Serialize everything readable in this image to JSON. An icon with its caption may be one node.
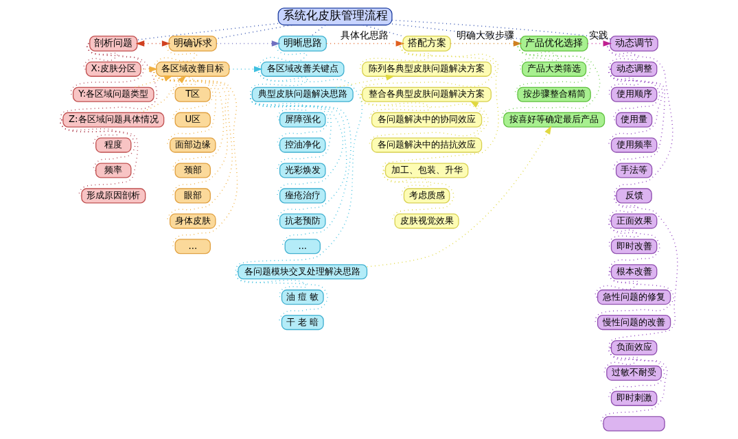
{
  "diagram": {
    "nodes": [
      {
        "text": [
          "系统化皮肤管理流程"
        ]
      },
      {
        "text": [
          "剖析问题"
        ]
      },
      {
        "text": [
          "X:皮肤分区"
        ]
      },
      {
        "text": [
          "Y:各区域问题类型"
        ]
      },
      {
        "text": [
          "Z:各区域问题具体情况"
        ]
      },
      {
        "text": [
          "程度"
        ]
      },
      {
        "text": [
          "频率"
        ]
      },
      {
        "text": [
          "形成原因剖析"
        ]
      },
      {
        "text": [
          "明确诉求"
        ]
      },
      {
        "text": [
          "各区域改善目标"
        ]
      },
      {
        "text": [
          "T区"
        ]
      },
      {
        "text": [
          "U区"
        ]
      },
      {
        "text": [
          "面部边缘"
        ]
      },
      {
        "text": [
          "颈部"
        ]
      },
      {
        "text": [
          "眼部"
        ]
      },
      {
        "text": [
          "身体皮肤"
        ]
      },
      {
        "text": [
          "..."
        ]
      },
      {
        "text": [
          "明晰思路"
        ]
      },
      {
        "text": [
          "各区域改善关键点"
        ]
      },
      {
        "text": [
          "典型皮肤问题解决思路"
        ]
      },
      {
        "text": [
          "屏障强化"
        ]
      },
      {
        "text": [
          "控油净化"
        ]
      },
      {
        "text": [
          "光彩焕发"
        ]
      },
      {
        "text": [
          "痤疮治疗"
        ]
      },
      {
        "text": [
          "抗老预防"
        ]
      },
      {
        "text": [
          "..."
        ]
      },
      {
        "text": [
          "各问题模块交叉处理解决思路"
        ]
      },
      {
        "text": [
          "油 痘 敏"
        ]
      },
      {
        "text": [
          "干 老 暗"
        ]
      },
      {
        "text": [
          "搭配方案"
        ]
      },
      {
        "text": [
          "陈列各典型皮肤问题解决方案"
        ]
      },
      {
        "text": [
          "整合各典型皮肤问题解决方案"
        ]
      },
      {
        "text": [
          "各问题解决中的协同效应"
        ]
      },
      {
        "text": [
          "各问题解决中的拮抗效应"
        ]
      },
      {
        "text": [
          "加工、包装、升华"
        ]
      },
      {
        "text": [
          "考虑质感"
        ]
      },
      {
        "text": [
          "皮肤视觉效果"
        ]
      },
      {
        "text": [
          "产品优化选择"
        ]
      },
      {
        "text": [
          "产品大类筛选"
        ]
      },
      {
        "text": [
          "按步骤整合精简"
        ]
      },
      {
        "text": [
          "按喜好等确定最后产品"
        ]
      },
      {
        "text": [
          "动态调节"
        ]
      },
      {
        "text": [
          "动态调整"
        ]
      },
      {
        "text": [
          "使用顺序"
        ]
      },
      {
        "text": [
          "使用量"
        ]
      },
      {
        "text": [
          "使用频率"
        ]
      },
      {
        "text": [
          "手法等"
        ]
      },
      {
        "text": [
          "反馈"
        ]
      },
      {
        "text": [
          "正面效果"
        ]
      },
      {
        "text": [
          "即时改善"
        ]
      },
      {
        "text": [
          "根本改善"
        ]
      },
      {
        "text": [
          "急性问题的修复"
        ]
      },
      {
        "text": [
          "慢性问题的改善"
        ]
      },
      {
        "text": [
          "负面效应"
        ]
      },
      {
        "text": [
          "过敏不耐受"
        ]
      },
      {
        "text": [
          "即时刺激"
        ]
      },
      {
        "text": [],
        "shape": "box"
      }
    ],
    "edges": [
      {
        "from": 0,
        "to": 1,
        "arrow": "none",
        "color": "#3050b0"
      },
      {
        "from": 0,
        "to": 8,
        "arrow": "none",
        "color": "#3050b0"
      },
      {
        "from": 0,
        "to": 17,
        "arrow": "none",
        "color": "#3050b0"
      },
      {
        "from": 0,
        "to": 29,
        "arrow": "none",
        "color": "#3050b0"
      },
      {
        "from": 0,
        "to": 37,
        "arrow": "none",
        "color": "#3050b0"
      },
      {
        "from": 0,
        "to": 41,
        "arrow": "none",
        "color": "#3050b0"
      },
      {
        "from": 1,
        "to": 2,
        "arrow": "none",
        "color": "#b04050"
      },
      {
        "from": 1,
        "to": 3,
        "arrow": "none",
        "color": "#b04050"
      },
      {
        "from": 1,
        "to": 4,
        "arrow": "none",
        "color": "#b04050"
      },
      {
        "from": 4,
        "to": 5,
        "arrow": "none",
        "color": "#b04050"
      },
      {
        "from": 4,
        "to": 6,
        "arrow": "none",
        "color": "#b04050"
      },
      {
        "from": 4,
        "to": 7,
        "arrow": "none",
        "color": "#b04050"
      },
      {
        "from": 8,
        "to": 9,
        "arrow": "none",
        "color": "#f0b040"
      },
      {
        "from": 9,
        "to": 10,
        "arrow": "none",
        "color": "#f0b040"
      },
      {
        "from": 9,
        "to": 11,
        "arrow": "none",
        "color": "#f0b040"
      },
      {
        "from": 9,
        "to": 12,
        "arrow": "none",
        "color": "#f0b040"
      },
      {
        "from": 9,
        "to": 13,
        "arrow": "none",
        "color": "#f0b040"
      },
      {
        "from": 9,
        "to": 14,
        "arrow": "none",
        "color": "#f0b040"
      },
      {
        "from": 9,
        "to": 15,
        "arrow": "none",
        "color": "#f0b040"
      },
      {
        "from": 9,
        "to": 16,
        "arrow": "none",
        "color": "#f0b040"
      },
      {
        "from": 17,
        "to": 18,
        "arrow": "none",
        "color": "#40c0e0"
      },
      {
        "from": 18,
        "to": 19,
        "arrow": "none",
        "color": "#40c0e0"
      },
      {
        "from": 19,
        "to": 20,
        "arrow": "none",
        "color": "#40c0e0"
      },
      {
        "from": 19,
        "to": 21,
        "arrow": "none",
        "color": "#40c0e0"
      },
      {
        "from": 19,
        "to": 22,
        "arrow": "none",
        "color": "#40c0e0"
      },
      {
        "from": 19,
        "to": 23,
        "arrow": "none",
        "color": "#40c0e0"
      },
      {
        "from": 19,
        "to": 24,
        "arrow": "none",
        "color": "#40c0e0"
      },
      {
        "from": 19,
        "to": 25,
        "arrow": "none",
        "color": "#40c0e0"
      },
      {
        "from": 18,
        "to": 26,
        "arrow": "none",
        "color": "#40c0e0"
      },
      {
        "from": 26,
        "to": 27,
        "arrow": "none",
        "color": "#40c0e0"
      },
      {
        "from": 26,
        "to": 28,
        "arrow": "none",
        "color": "#40c0e0"
      },
      {
        "from": 29,
        "to": 30,
        "arrow": "none",
        "color": "#e0d840"
      },
      {
        "from": 29,
        "to": 31,
        "arrow": "none",
        "color": "#e0d840"
      },
      {
        "from": 31,
        "to": 32,
        "arrow": "none",
        "color": "#e0d840"
      },
      {
        "from": 31,
        "to": 33,
        "arrow": "none",
        "color": "#e0d840"
      },
      {
        "from": 29,
        "to": 34,
        "arrow": "none",
        "color": "#e0d840"
      },
      {
        "from": 34,
        "to": 35,
        "arrow": "none",
        "color": "#e0d840"
      },
      {
        "from": 34,
        "to": 36,
        "arrow": "none",
        "color": "#e0d840"
      },
      {
        "from": 37,
        "to": 38,
        "arrow": "none",
        "color": "#70d050"
      },
      {
        "from": 37,
        "to": 39,
        "arrow": "none",
        "color": "#70d050"
      },
      {
        "from": 37,
        "to": 40,
        "arrow": "none",
        "color": "#70d050"
      },
      {
        "from": 41,
        "to": 42,
        "arrow": "none",
        "color": "#9040c0"
      },
      {
        "from": 42,
        "to": 43,
        "arrow": "none",
        "color": "#9040c0"
      },
      {
        "from": 42,
        "to": 44,
        "arrow": "none",
        "color": "#9040c0"
      },
      {
        "from": 42,
        "to": 45,
        "arrow": "none",
        "color": "#9040c0"
      },
      {
        "from": 42,
        "to": 46,
        "arrow": "none",
        "color": "#9040c0"
      },
      {
        "from": 41,
        "to": 47,
        "arrow": "none",
        "color": "#9040c0"
      },
      {
        "from": 47,
        "to": 48,
        "arrow": "none",
        "color": "#9040c0"
      },
      {
        "from": 48,
        "to": 49,
        "arrow": "none",
        "color": "#9040c0"
      },
      {
        "from": 48,
        "to": 50,
        "arrow": "none",
        "color": "#9040c0"
      },
      {
        "from": 50,
        "to": 51,
        "arrow": "none",
        "color": "#9040c0"
      },
      {
        "from": 50,
        "to": 52,
        "arrow": "none",
        "color": "#9040c0"
      },
      {
        "from": 47,
        "to": 53,
        "arrow": "none",
        "color": "#9040c0"
      },
      {
        "from": 53,
        "to": 54,
        "arrow": "none",
        "color": "#9040c0"
      },
      {
        "from": 53,
        "to": 55,
        "arrow": "none",
        "color": "#9040c0"
      },
      {
        "from": 53,
        "to": 56,
        "arrow": "none",
        "color": "#9040c0"
      },
      {
        "from": 1,
        "to": 8,
        "arrow": "both",
        "color": "#d04020"
      },
      {
        "from": 8,
        "to": 17,
        "arrow": "to",
        "color": "#7070c0"
      },
      {
        "from": 17,
        "to": 29,
        "arrow": "to",
        "label": "具体化思路",
        "color": "#e06020"
      },
      {
        "from": 29,
        "to": 37,
        "arrow": "to",
        "label": "明确大致步骤",
        "color": "#d08020"
      },
      {
        "from": 37,
        "to": 41,
        "arrow": "to",
        "label": "实践",
        "color": "#c02090"
      },
      {
        "from": 2,
        "to": 9,
        "arrow": "to",
        "color": "#f0b040"
      },
      {
        "from": 3,
        "to": 9,
        "arrow": "to",
        "color": "#f0b040"
      },
      {
        "from": 4,
        "to": 9,
        "arrow": "to",
        "color": "#f0b040"
      },
      {
        "from": 9,
        "to": 18,
        "arrow": "to",
        "color": "#40c0e0"
      },
      {
        "from": 19,
        "to": 30,
        "arrow": "to",
        "color": "#e0d840"
      },
      {
        "from": 33,
        "to": 31,
        "arrow": "to",
        "color": "#e0d840"
      },
      {
        "from": 26,
        "to": 40,
        "arrow": "to",
        "color": "#e0d840"
      }
    ]
  }
}
